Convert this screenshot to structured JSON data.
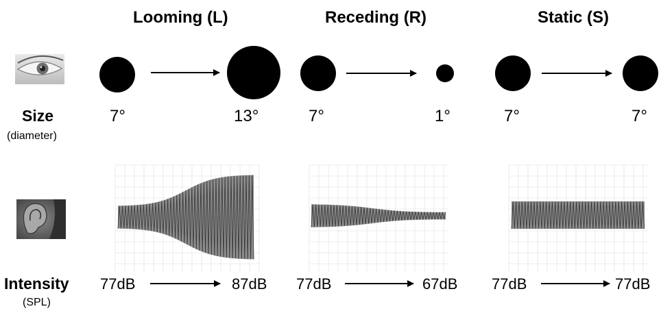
{
  "conditions": [
    {
      "title": "Looming (L)",
      "size_start": "7°",
      "size_end": "13°",
      "db_start": "77dB",
      "db_end": "87dB"
    },
    {
      "title": "Receding (R)",
      "size_start": "7°",
      "size_end": "1°",
      "db_start": "77dB",
      "db_end": "67dB"
    },
    {
      "title": "Static (S)",
      "size_start": "7°",
      "size_end": "7°",
      "db_start": "77dB",
      "db_end": "77dB"
    }
  ],
  "rows": {
    "size_label": "Size",
    "size_sublabel": "(diameter)",
    "intensity_label": "Intensity",
    "intensity_sublabel": "(SPL)"
  },
  "icons": {
    "visual": "eye-icon",
    "auditory": "ear-icon"
  },
  "colors": {
    "ink": "#000000",
    "waveform": "#3a3a3a",
    "grid": "#e6e6e6"
  }
}
